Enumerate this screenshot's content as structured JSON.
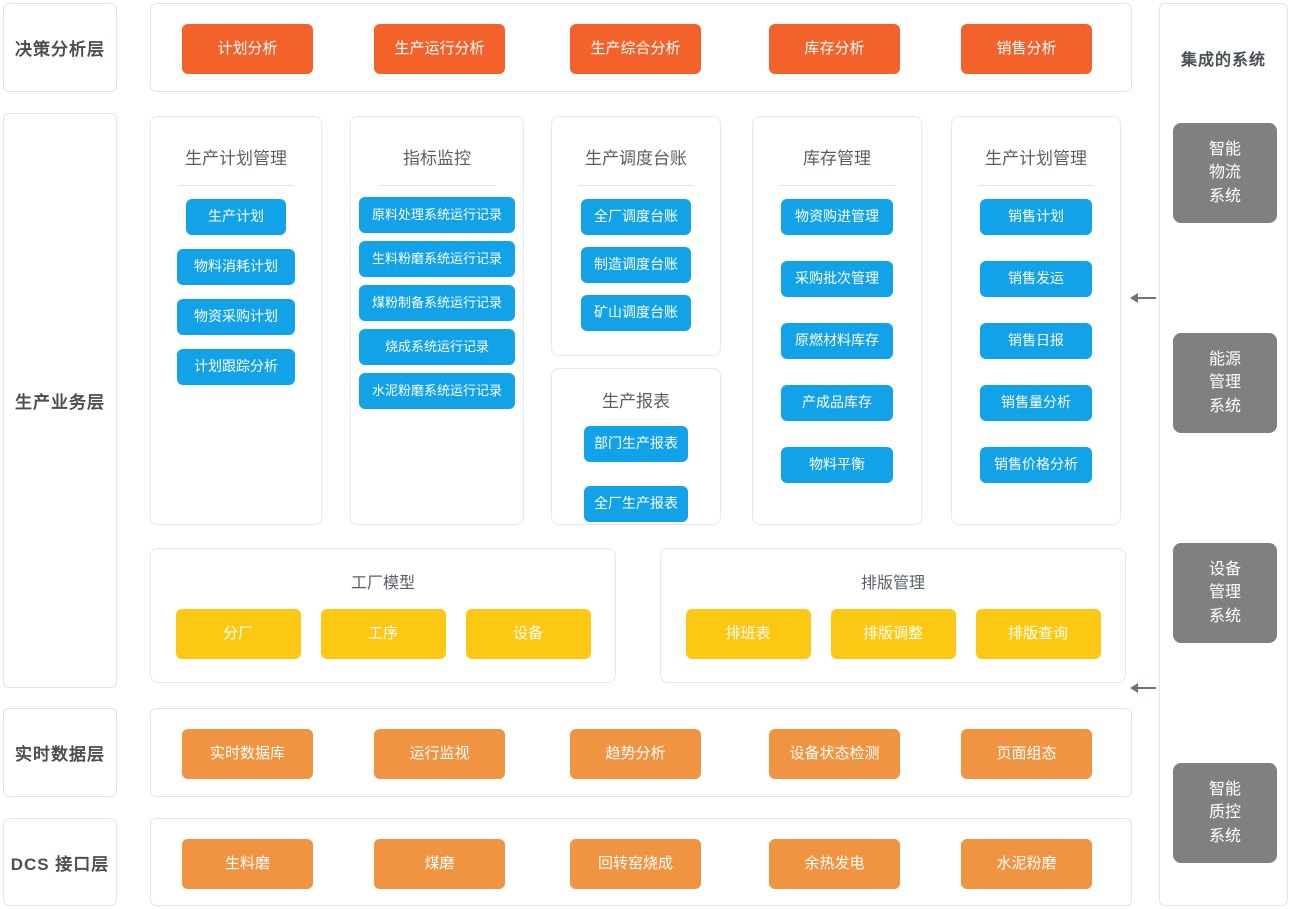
{
  "layers": {
    "decision": "决策分析层",
    "business": "生产业务层",
    "realtime": "实时数据层",
    "dcs": "DCS 接口层"
  },
  "colors": {
    "red": "#f2622a",
    "blue": "#11a2e8",
    "yellow": "#fcc814",
    "orange": "#f19442",
    "grey": "#808080"
  },
  "decision_row": {
    "items": [
      {
        "label": "计划分析"
      },
      {
        "label": "生产运行分析"
      },
      {
        "label": "生产综合分析"
      },
      {
        "label": "库存分析"
      },
      {
        "label": "销售分析"
      }
    ]
  },
  "business_groups": [
    {
      "title": "生产计划管理",
      "items": [
        {
          "label": "生产计划"
        },
        {
          "label": "物料消耗计划"
        },
        {
          "label": "物资采购计划"
        },
        {
          "label": "计划跟踪分析"
        }
      ]
    },
    {
      "title": "指标监控",
      "items": [
        {
          "label": "原料处理系统运行记录"
        },
        {
          "label": "生料粉磨系统运行记录"
        },
        {
          "label": "煤粉制备系统运行记录"
        },
        {
          "label": "烧成系统运行记录"
        },
        {
          "label": "水泥粉磨系统运行记录"
        }
      ]
    },
    {
      "title": "生产调度台账",
      "items": [
        {
          "label": "全厂调度台账"
        },
        {
          "label": "制造调度台账"
        },
        {
          "label": "矿山调度台账"
        }
      ]
    },
    {
      "title": "生产报表",
      "items": [
        {
          "label": "部门生产报表"
        },
        {
          "label": "全厂生产报表"
        }
      ]
    },
    {
      "title": "库存管理",
      "items": [
        {
          "label": "物资购进管理"
        },
        {
          "label": "采购批次管理"
        },
        {
          "label": "原燃材料库存"
        },
        {
          "label": "产成品库存"
        },
        {
          "label": "物料平衡"
        }
      ]
    },
    {
      "title": "生产计划管理",
      "items": [
        {
          "label": "销售计划"
        },
        {
          "label": "销售发运"
        },
        {
          "label": "销售日报"
        },
        {
          "label": "销售量分析"
        },
        {
          "label": "销售价格分析"
        }
      ]
    }
  ],
  "model_cards": [
    {
      "title": "工厂模型",
      "items": [
        {
          "label": "分厂"
        },
        {
          "label": "工序"
        },
        {
          "label": "设备"
        }
      ]
    },
    {
      "title": "排版管理",
      "items": [
        {
          "label": "排班表"
        },
        {
          "label": "排版调整"
        },
        {
          "label": "排版查询"
        }
      ]
    }
  ],
  "realtime_row": {
    "items": [
      {
        "label": "实时数据库"
      },
      {
        "label": "运行监视"
      },
      {
        "label": "趋势分析"
      },
      {
        "label": "设备状态检测"
      },
      {
        "label": "页面组态"
      }
    ]
  },
  "dcs_row": {
    "items": [
      {
        "label": "生料磨"
      },
      {
        "label": "煤磨"
      },
      {
        "label": "回转窑烧成"
      },
      {
        "label": "余热发电"
      },
      {
        "label": "水泥粉磨"
      }
    ]
  },
  "integrated": {
    "title": "集成的系统",
    "systems": [
      {
        "line1": "智能",
        "line2": "物流",
        "line3": "系统"
      },
      {
        "line1": "能源",
        "line2": "管理",
        "line3": "系统"
      },
      {
        "line1": "设备",
        "line2": "管理",
        "line3": "系统"
      },
      {
        "line1": "智能",
        "line2": "质控",
        "line3": "系统"
      }
    ]
  }
}
